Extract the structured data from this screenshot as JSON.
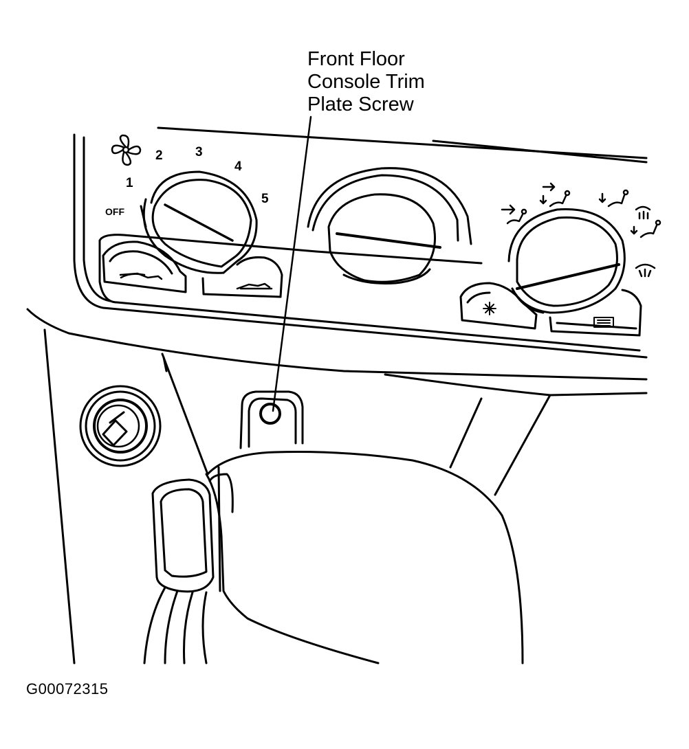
{
  "callout": {
    "lines": [
      "Front Floor",
      "Console Trim",
      "Plate Screw"
    ]
  },
  "figure_id": "G00072315",
  "fan_knob": {
    "off_label": "OFF",
    "speeds": [
      "1",
      "2",
      "3",
      "4",
      "5"
    ]
  },
  "icons": {
    "fan": "fan-icon",
    "mode_panel": "vent-mode-icon",
    "mode_bilevel": "bilevel-mode-icon",
    "mode_floor": "floor-mode-icon",
    "mode_floor_defrost": "floor-defrost-mode-icon",
    "mode_defrost": "defrost-icon",
    "ac_button": "ac-snowflake-icon",
    "recirc_button": "recirculate-icon",
    "fresh_air_button": "fresh-air-icon",
    "rear_defrost_button": "rear-defrost-icon"
  },
  "colors": {
    "line": "#000000",
    "background": "#ffffff"
  }
}
